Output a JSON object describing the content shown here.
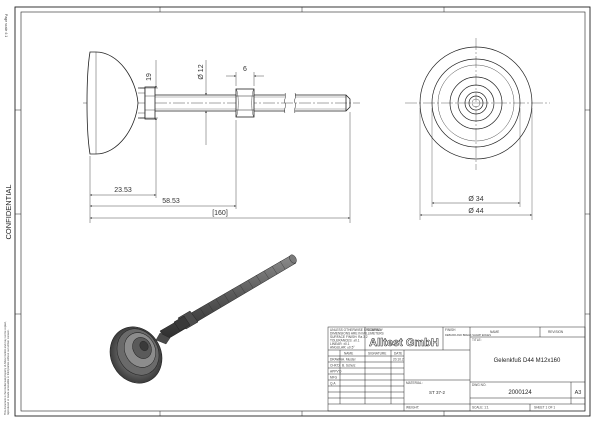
{
  "sheet": {
    "confidential": "CONFIDENTIAL",
    "top_left_vertical": "Page scale 4:1",
    "bottom_left_notice_1": "This document is the intellectual property of Alltest GmbH and may not be copied,",
    "bottom_left_notice_2": "reproduced or made accessible to third parties without our written consent."
  },
  "dimensions": {
    "d19": "19",
    "d12": "Ø 12",
    "d6": "6",
    "d2353": "23.53",
    "d5853": "58.53",
    "d160": "[160]",
    "d34": "Ø 34",
    "d44": "Ø 44"
  },
  "title_block": {
    "notes_1": "UNLESS OTHERWISE SPECIFIED:",
    "notes_2": "DIMENSIONS ARE IN MILLIMETERS",
    "notes_3": "SURFACE FINISH: Ra 3.2",
    "notes_4": "TOLERANCES: ±0.1",
    "notes_5": "LINEAR: ±0.1",
    "notes_6": "ANGULAR: ±0.5°",
    "company_label": "COMPANY",
    "company_name": "Alltest GmbH",
    "finish_label": "FINISH",
    "deburr_label": "DEBURR AND BREAK SHARP EDGES",
    "name_col": "NAME",
    "signature_col": "SIGNATURE",
    "date_col": "DATE",
    "drawn_label": "DRAWN",
    "drawn_name": "A. Muster",
    "drawn_date": "20.10.2",
    "chkd_label": "CHK'D",
    "chkd_name": "B. Schulz",
    "appvd_label": "APPV'D",
    "mfg_label": "MFG",
    "qa_label": "Q.A",
    "material_label": "MATERIAL:",
    "material_value": "ST 37-2",
    "weight_label": "WEIGHT:",
    "title_label": "TITLE:",
    "title_value": "Gelenkfuß D44 M12x160",
    "dwg_label": "DWG NO.",
    "dwg_value": "2000124",
    "size_value": "A3",
    "scale_label": "SCALE: 1:1",
    "sheet_label": "SHEET 1 OF 1",
    "revision_label": "REVISION",
    "top_right_label": "NAME"
  }
}
